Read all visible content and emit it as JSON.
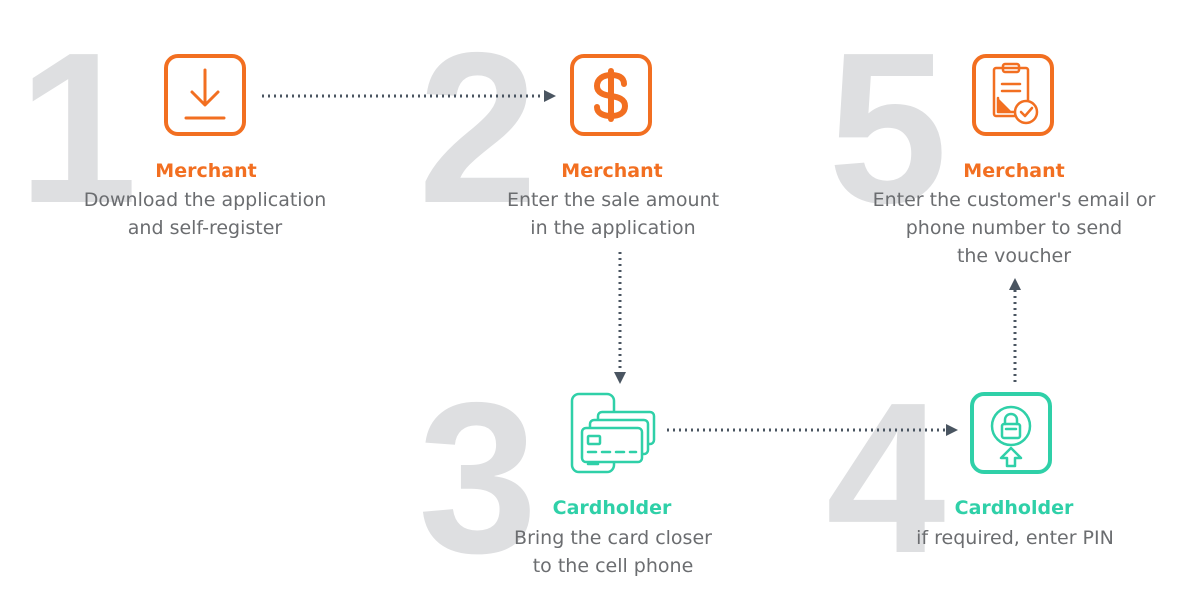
{
  "steps": [
    {
      "number": "1",
      "role": "Merchant",
      "desc": [
        "Download the application",
        "and self-register"
      ],
      "icon": "download-icon",
      "accent": "#f26f21"
    },
    {
      "number": "2",
      "role": "Merchant",
      "desc": [
        "Enter the sale amount",
        "in the application"
      ],
      "icon": "dollar-icon",
      "accent": "#f26f21"
    },
    {
      "number": "3",
      "role": "Cardholder",
      "desc": [
        "Bring the card closer",
        "to the cell phone"
      ],
      "icon": "card-phone-icon",
      "accent": "#2fd0a8"
    },
    {
      "number": "4",
      "role": "Cardholder",
      "desc": [
        "if required, enter PIN"
      ],
      "icon": "lock-pin-icon",
      "accent": "#2fd0a8"
    },
    {
      "number": "5",
      "role": "Merchant",
      "desc": [
        "Enter the customer's email or",
        "phone number to send",
        "the voucher"
      ],
      "icon": "voucher-check-icon",
      "accent": "#f26f21"
    }
  ],
  "colors": {
    "merchant": "#f26f21",
    "cardholder": "#2fd0a8",
    "number": "#dedfe1",
    "connector": "#4a5561",
    "text": "#6b6d70"
  }
}
